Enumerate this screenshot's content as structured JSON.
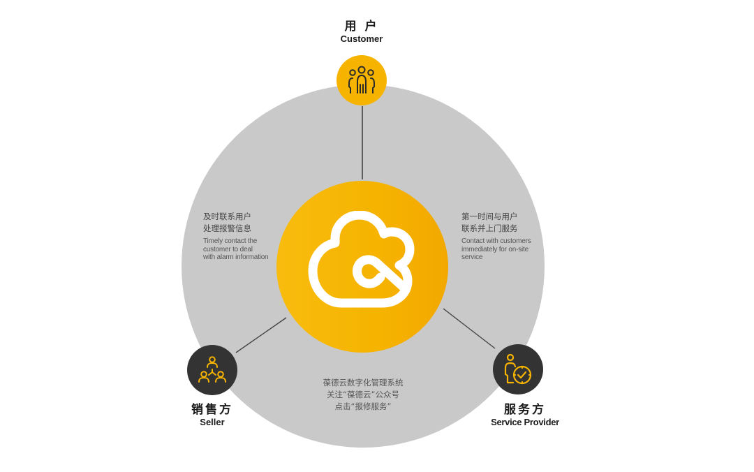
{
  "colors": {
    "background": "#ffffff",
    "ring": "#c9c9c9",
    "core": "#f6b400",
    "badge_dark": "#333333",
    "icon_yellow": "#f6b400",
    "connector": "#444444"
  },
  "center": {
    "icon": "cloud-logo-icon"
  },
  "nodes": {
    "customer": {
      "title_zh": "用 户",
      "title_en": "Customer",
      "icon": "people-group-icon"
    },
    "seller": {
      "title_zh": "销售方",
      "title_en": "Seller",
      "icon": "org-hierarchy-icon"
    },
    "provider": {
      "title_zh": "服务方",
      "title_en": "Service Provider",
      "icon": "person-clock-icon"
    }
  },
  "descriptions": {
    "left": {
      "zh_line1": "及时联系用户",
      "zh_line2": "处理报警信息",
      "en_line1": "Timely contact the",
      "en_line2": "customer to deal",
      "en_line3": "with alarm information"
    },
    "right": {
      "zh_line1": "第一时间与用户",
      "zh_line2": "联系并上门服务",
      "en_line1": "Contact with customers",
      "en_line2": "immediately for on-site",
      "en_line3": "service"
    },
    "bottom": {
      "line1": "葆德云数字化管理系统",
      "line2": "关注“葆德云”公众号",
      "line3": "点击“报修服务”"
    }
  }
}
